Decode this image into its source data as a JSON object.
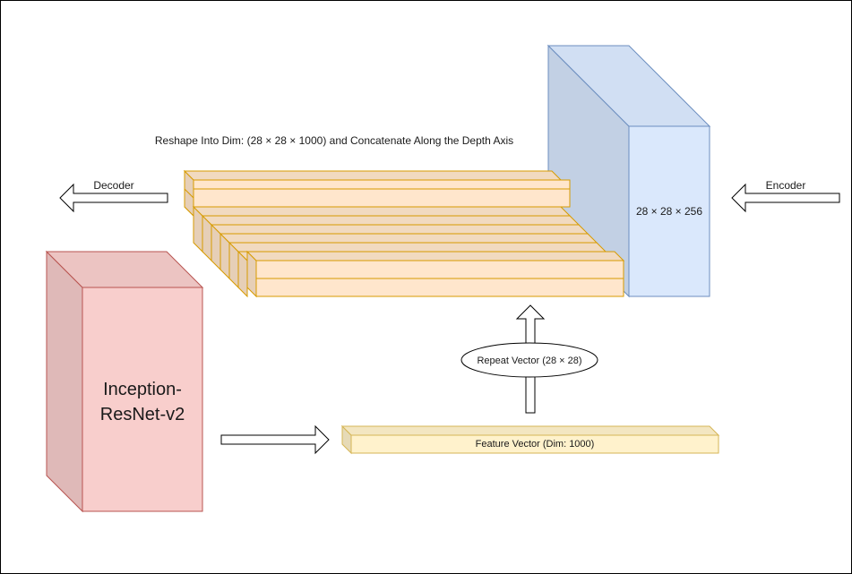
{
  "colors": {
    "blue_face": "#dae8fc",
    "blue_dark": "#c2d0e4",
    "blue_stroke": "#6c8ebf",
    "orange_face": "#ffe6cc",
    "orange_dark": "#e6cfb7",
    "orange_stroke": "#d79b00",
    "red_face": "#f8cecc",
    "red_dark": "#dfb9b8",
    "red_stroke": "#b85450",
    "yellow_face": "#fff2cc",
    "yellow_dark": "#e6dab7",
    "yellow_stroke": "#d6b656",
    "text": "#1a1a1a"
  },
  "labels": {
    "reshape_title": "Reshape Into Dim: (28 ×  28 ×  1000) and Concatenate Along the Depth Axis",
    "decoder": "Decoder",
    "encoder": "Encoder",
    "encoder_output_dims": "28 ×  28 × 256",
    "repeat_vector": "Repeat Vector (28 ×  28)",
    "feature_vector": "Feature Vector (Dim: 1000)",
    "inception_line1": "Inception-",
    "inception_line2": "ResNet-v2"
  },
  "icons": {
    "decoder_arrow": "arrow-left-icon",
    "encoder_arrow": "arrow-left-icon",
    "feature_arrow": "arrow-right-icon",
    "repeat_arrow": "arrow-up-icon"
  }
}
